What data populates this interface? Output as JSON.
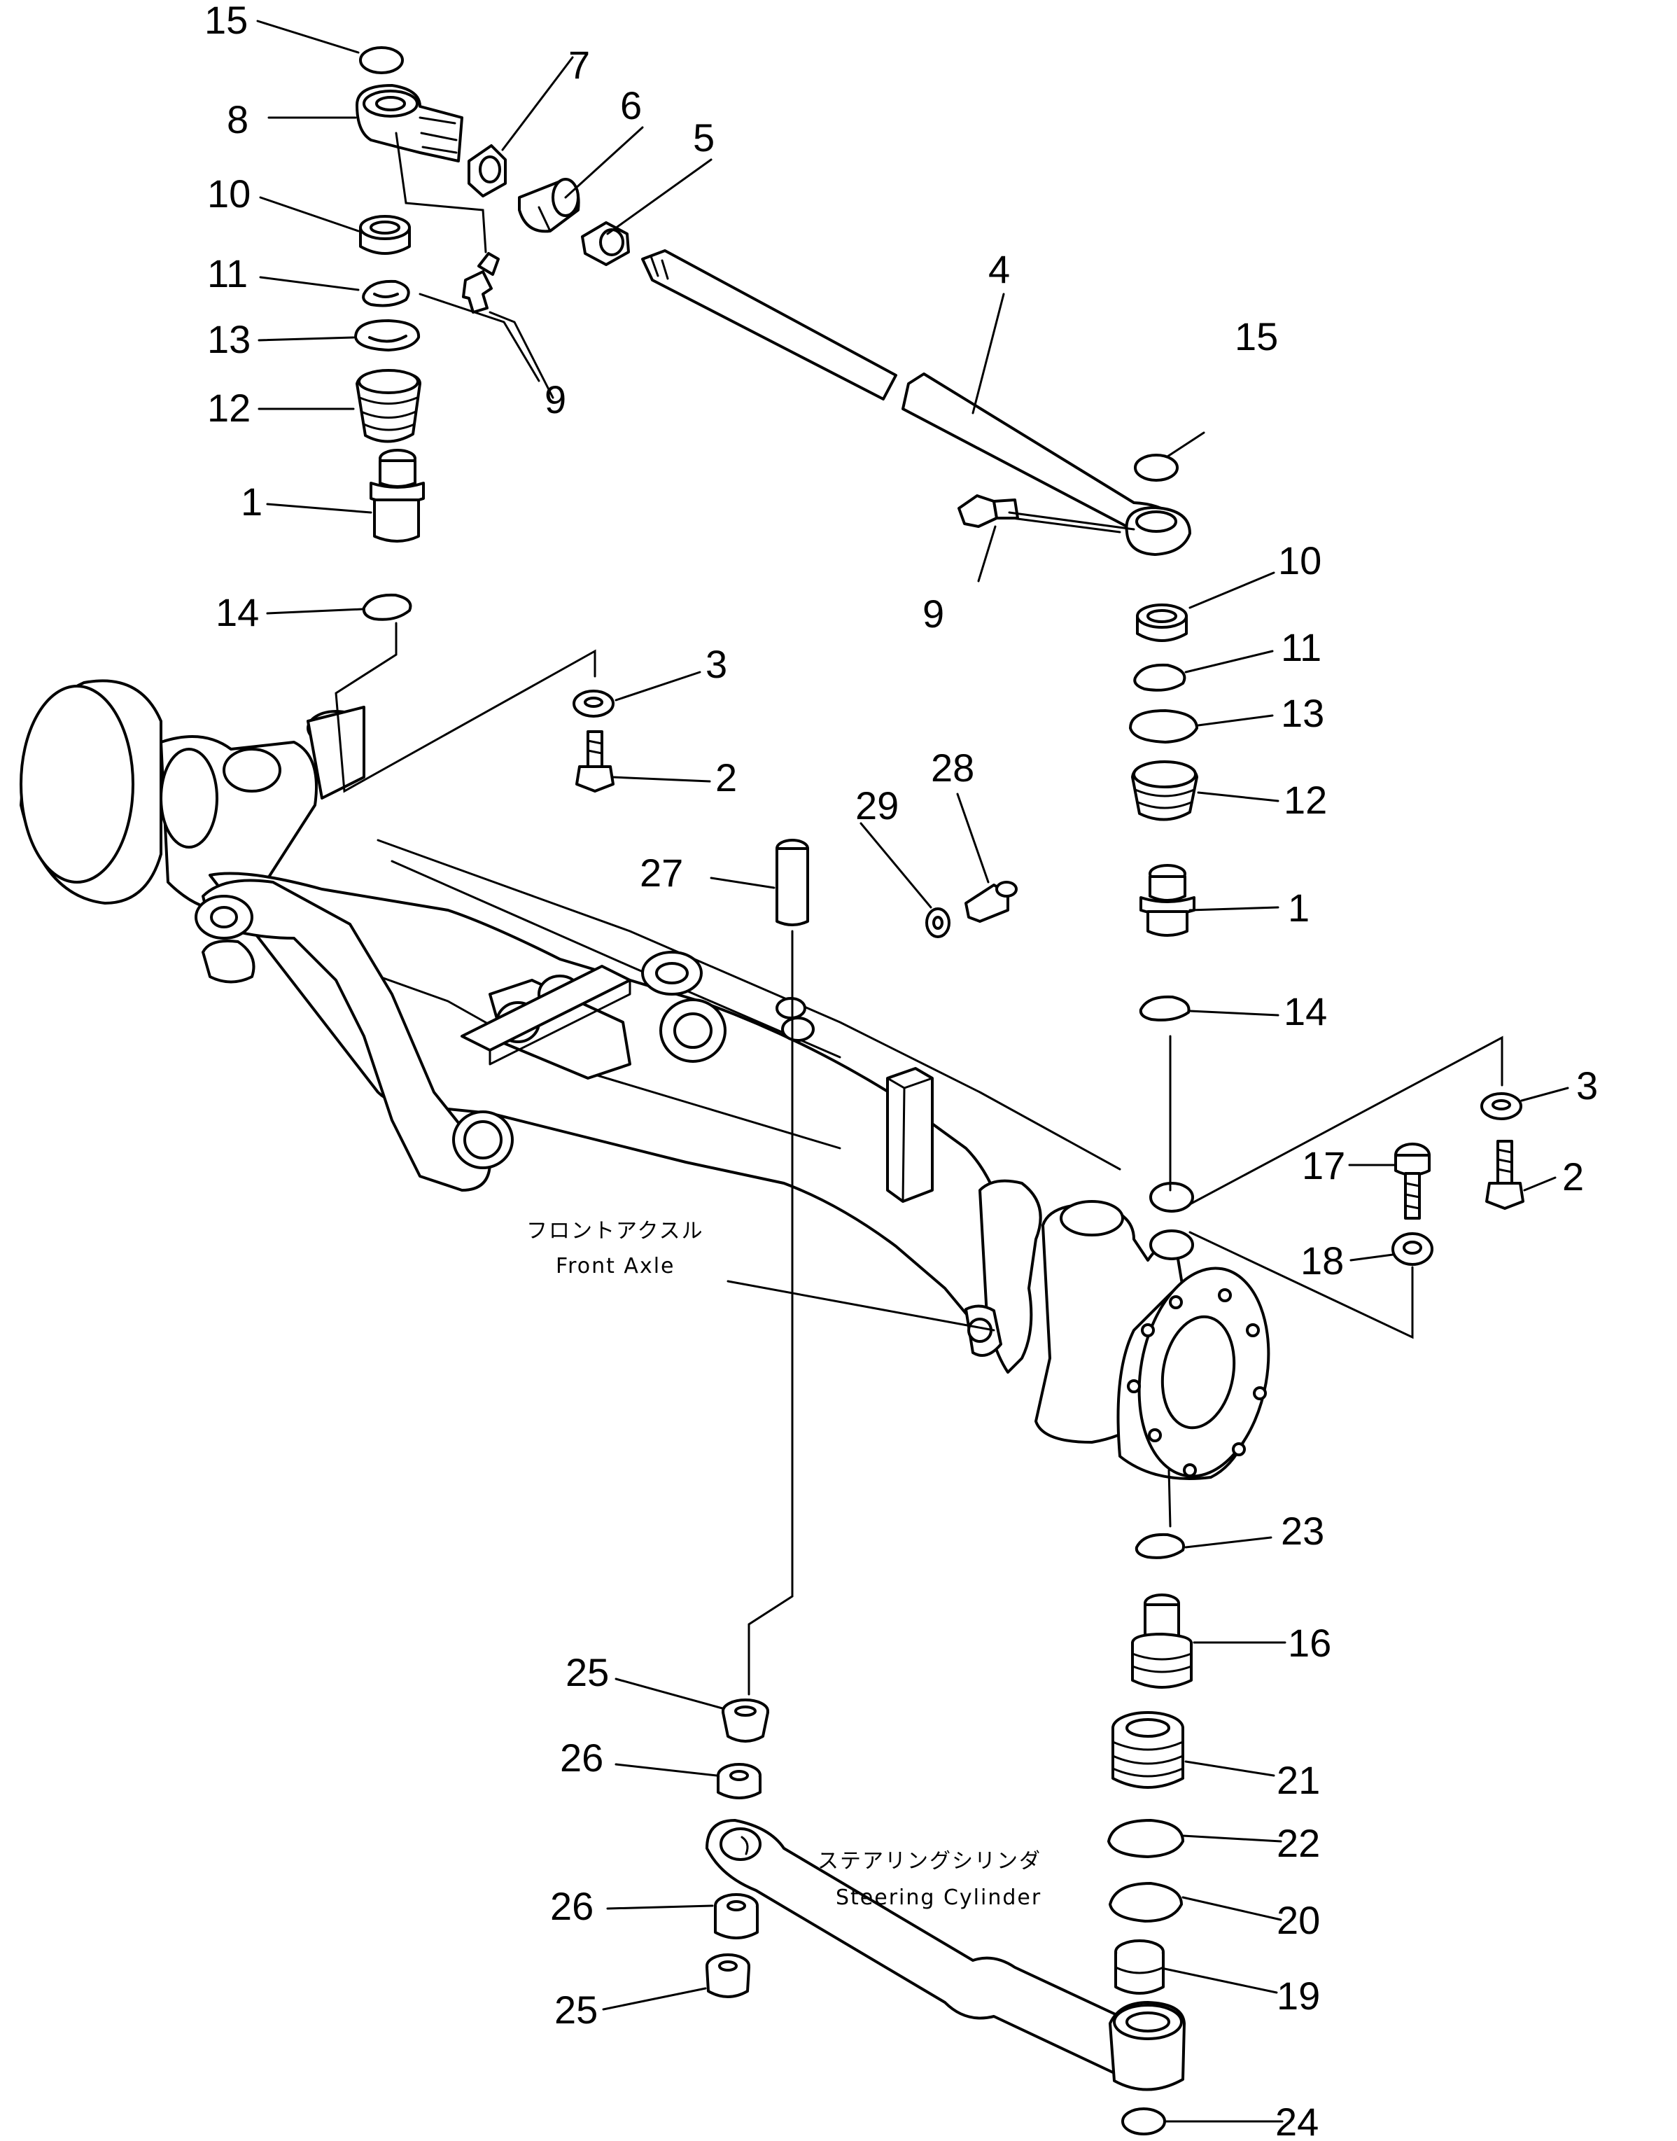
{
  "diagram": {
    "labels": {
      "n1": "1",
      "n2": "2",
      "n3": "3",
      "n4": "4",
      "n5": "5",
      "n6": "6",
      "n7": "7",
      "n8": "8",
      "n9": "9",
      "n10": "10",
      "n11": "11",
      "n12": "12",
      "n13": "13",
      "n14": "14",
      "n15": "15",
      "n16": "16",
      "n17": "17",
      "n18": "18",
      "n19": "19",
      "n20": "20",
      "n21": "21",
      "n22": "22",
      "n23": "23",
      "n24": "24",
      "n25": "25",
      "n26": "26",
      "n27": "27",
      "n28": "28",
      "n29": "29"
    },
    "captions": {
      "front_axle_jp": "フロントアクスル",
      "front_axle_en": "Front Axle",
      "steering_cylinder_jp": "ステアリングシリンダ",
      "steering_cylinder_en": "Steering Cylinder"
    }
  }
}
